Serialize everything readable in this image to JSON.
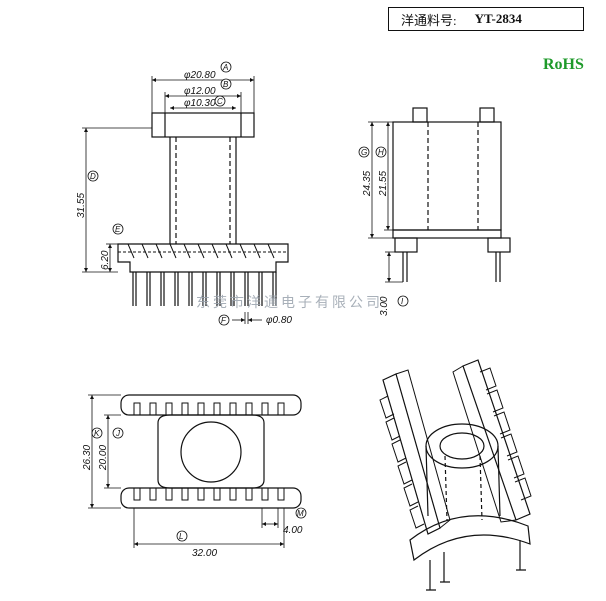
{
  "header": {
    "part_label": "洋通料号:",
    "part_number": "YT-2834"
  },
  "badge": {
    "rohs": "RoHS",
    "color": "#1e9a2a"
  },
  "watermark": "东莞市洋通电子有限公司",
  "front_view": {
    "dims": {
      "outer_dia": "φ20.80",
      "mid_dia": "φ12.00",
      "inner_dia": "φ10.30",
      "height": "31.55",
      "base_height": "6.20",
      "pin_dia": "φ0.80"
    },
    "callouts": {
      "A": "A",
      "B": "B",
      "C": "C",
      "D": "D",
      "E": "E",
      "F": "F"
    }
  },
  "side_view": {
    "dims": {
      "overall": "24.35",
      "inner": "21.55",
      "pin_len": "3.00"
    },
    "callouts": {
      "G": "G",
      "H": "H",
      "I": "I"
    }
  },
  "bottom_view": {
    "dims": {
      "outer": "26.30",
      "inner": "20.00",
      "length": "32.00",
      "pitch": "4.00"
    },
    "callouts": {
      "K": "K",
      "J": "J",
      "L": "L",
      "M": "M"
    }
  }
}
